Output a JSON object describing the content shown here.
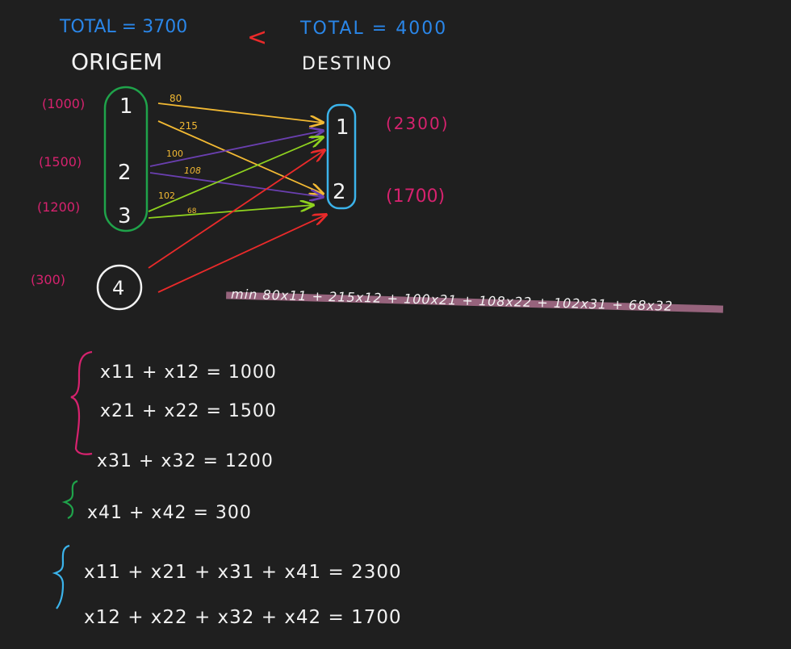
{
  "totals": {
    "origin": "TOTAL = 3700",
    "relation": "<",
    "destination": "TOTAL = 4000"
  },
  "headings": {
    "origin": "ORIGEM",
    "destination": "DESTINO"
  },
  "sources": [
    {
      "id": "1",
      "supply": "(1000)"
    },
    {
      "id": "2",
      "supply": "(1500)"
    },
    {
      "id": "3",
      "supply": "(1200)"
    },
    {
      "id": "4",
      "supply": "(300)"
    }
  ],
  "destinations": [
    {
      "id": "1",
      "demand": "(2300)"
    },
    {
      "id": "2",
      "demand": "(1700)"
    }
  ],
  "costs": [
    "80",
    "215",
    "100",
    "108",
    "102",
    "68"
  ],
  "objective": "min 80x11 + 215x12 + 100x21 + 108x22 + 102x31 + 68x32",
  "supply_constraints": [
    "x11 + x12 = 1000",
    "x21 + x22 = 1500",
    "x31 + x32 = 1200"
  ],
  "dummy_constraint": "x41 + x42 = 300",
  "demand_constraints": [
    "x11 + x21 + x31 + x41 = 2300",
    "x12 + x22 + x32 + x42 = 1700"
  ],
  "colors": {
    "background": "#1f1f1f",
    "white": "#f2f2f2",
    "blue": "#2a86e8",
    "magenta": "#d6226e",
    "red": "#ea2a2a",
    "green": "#1fa34a",
    "cyan": "#3bb3ea",
    "yellow": "#f2b933",
    "purple": "#6a3fb0",
    "lime": "#8fd21f",
    "highlight": "#a36a86"
  }
}
